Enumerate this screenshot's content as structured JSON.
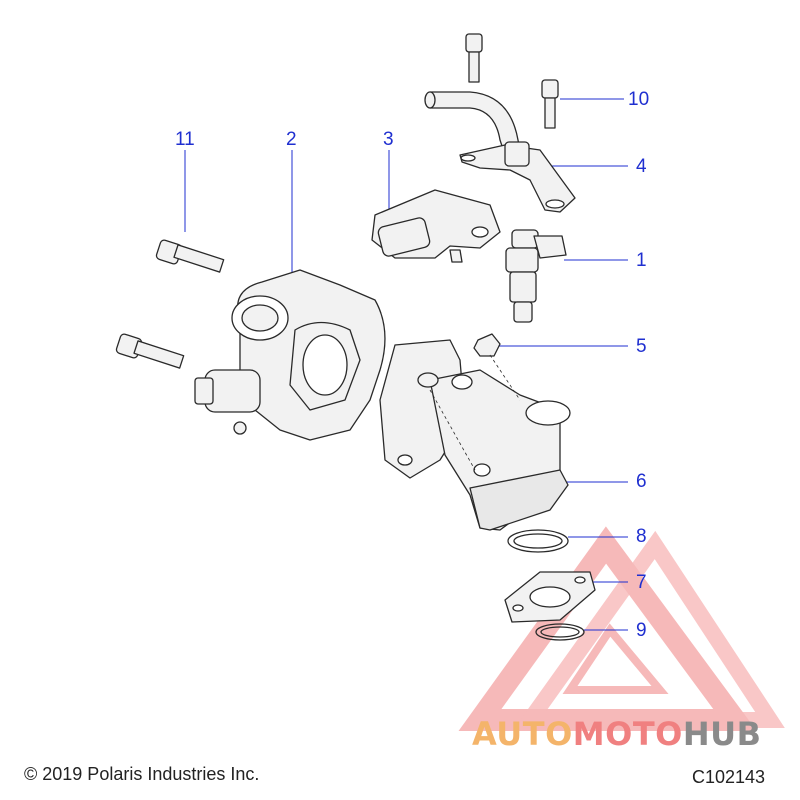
{
  "callouts": [
    {
      "id": "1",
      "label": "1"
    },
    {
      "id": "2",
      "label": "2"
    },
    {
      "id": "3",
      "label": "3"
    },
    {
      "id": "4",
      "label": "4"
    },
    {
      "id": "5",
      "label": "5"
    },
    {
      "id": "6",
      "label": "6"
    },
    {
      "id": "7",
      "label": "7"
    },
    {
      "id": "8",
      "label": "8"
    },
    {
      "id": "9",
      "label": "9"
    },
    {
      "id": "10",
      "label": "10"
    },
    {
      "id": "11",
      "label": "11"
    }
  ],
  "footer": {
    "copyright": "© 2019 Polaris Industries Inc.",
    "code": "C102143"
  },
  "watermark": {
    "part_a": "AUTO",
    "part_b": "MOTO",
    "part_c": "HUB"
  },
  "colors": {
    "callout": "#1f2fd0",
    "watermark_orange": "#f4b46a",
    "watermark_red": "#f08080",
    "watermark_gray": "#8a8a8a"
  }
}
